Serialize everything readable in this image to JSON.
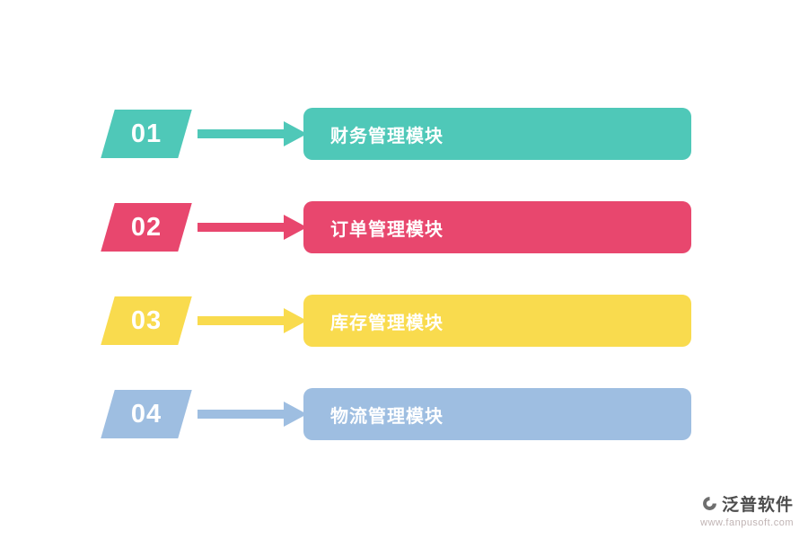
{
  "rows": [
    {
      "number": "01",
      "label": "财务管理模块",
      "color": "#4FC8B8"
    },
    {
      "number": "02",
      "label": "订单管理模块",
      "color": "#E8476E"
    },
    {
      "number": "03",
      "label": "库存管理模块",
      "color": "#F9DB4E"
    },
    {
      "number": "04",
      "label": "物流管理模块",
      "color": "#9EBEE1"
    }
  ],
  "footer": {
    "brand": "泛普软件",
    "url": "www.fanpusoft.com"
  }
}
